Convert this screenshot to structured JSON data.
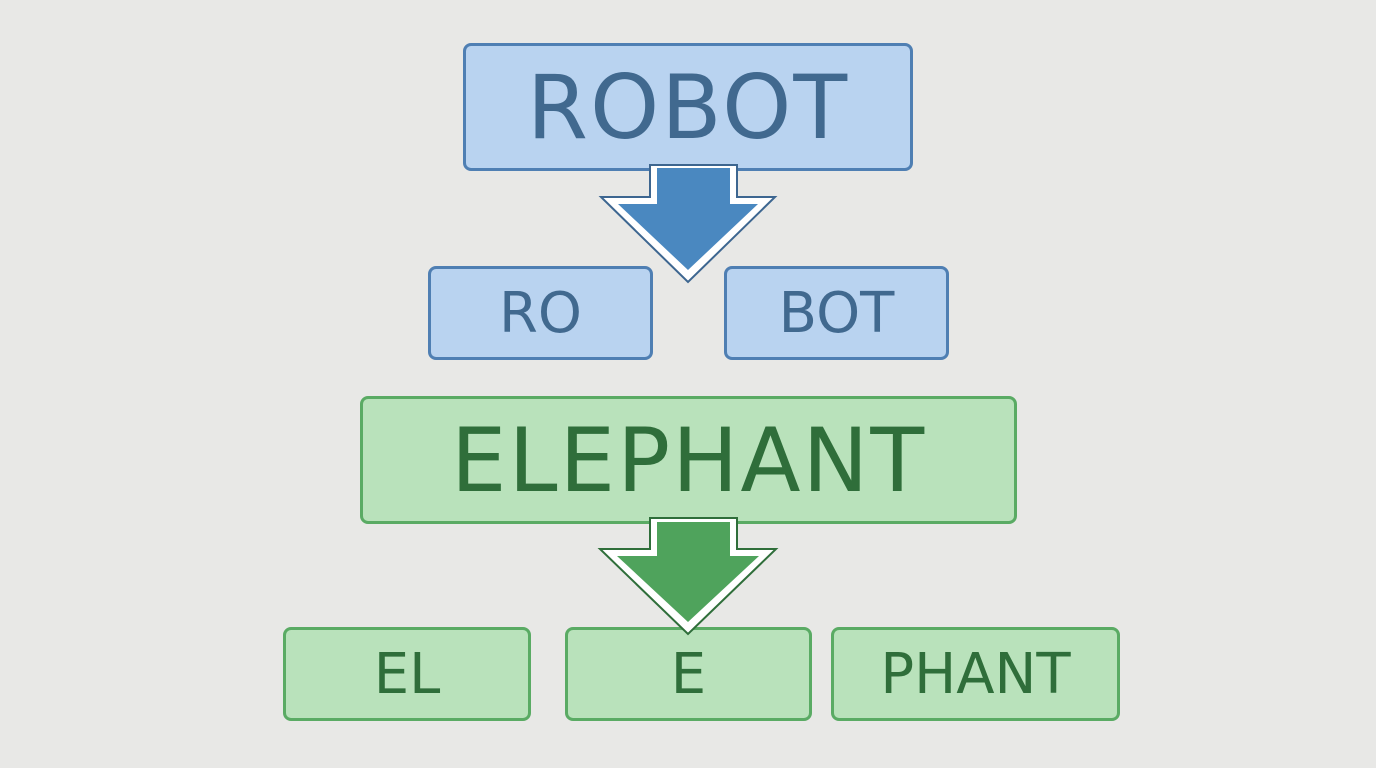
{
  "groups": [
    {
      "word": "ROBOT",
      "parts": [
        "RO",
        "BOT"
      ],
      "color": "#4a88c0"
    },
    {
      "word": "ELEPHANT",
      "parts": [
        "EL",
        "E",
        "PHANT"
      ],
      "color": "#4fa35c"
    }
  ]
}
